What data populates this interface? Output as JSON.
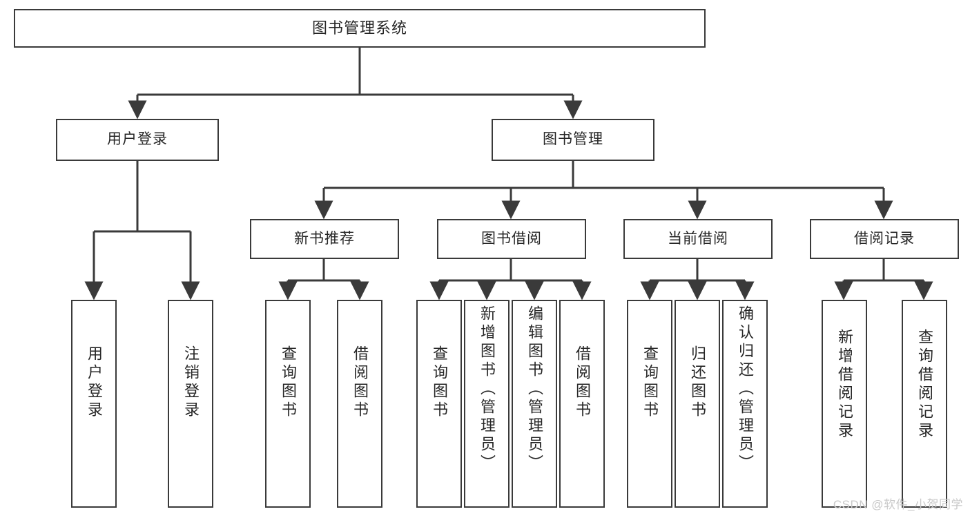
{
  "diagram": {
    "title": "图书管理系统",
    "type": "tree",
    "watermark": "CSDN @软件_小贺同学",
    "colors": {
      "box_border": "#3a3a3a",
      "box_fill": "#ffffff",
      "text": "#262626",
      "edge": "#3a3a3a",
      "watermark": "#c9c9c9",
      "background": "#ffffff"
    },
    "nodes": {
      "root": {
        "label": "图书管理系统"
      },
      "level1": [
        {
          "label": "用户登录"
        },
        {
          "label": "图书管理"
        }
      ],
      "level2": [
        {
          "label": "新书推荐"
        },
        {
          "label": "图书借阅"
        },
        {
          "label": "当前借阅"
        },
        {
          "label": "借阅记录"
        }
      ],
      "leaves": {
        "user_login": [
          {
            "label": "用户登录"
          },
          {
            "label": "注销登录"
          }
        ],
        "new_book_recommend": [
          {
            "label": "查询图书"
          },
          {
            "label": "借阅图书"
          }
        ],
        "book_borrow": [
          {
            "label": "查询图书"
          },
          {
            "label": "新增图书（管理员）"
          },
          {
            "label": "编辑图书（管理员）"
          },
          {
            "label": "借阅图书"
          }
        ],
        "current_borrow": [
          {
            "label": "查询图书"
          },
          {
            "label": "归还图书"
          },
          {
            "label": "确认归还（管理员）"
          }
        ],
        "borrow_records": [
          {
            "label": "新增借阅记录"
          },
          {
            "label": "查询借阅记录"
          }
        ]
      }
    }
  }
}
